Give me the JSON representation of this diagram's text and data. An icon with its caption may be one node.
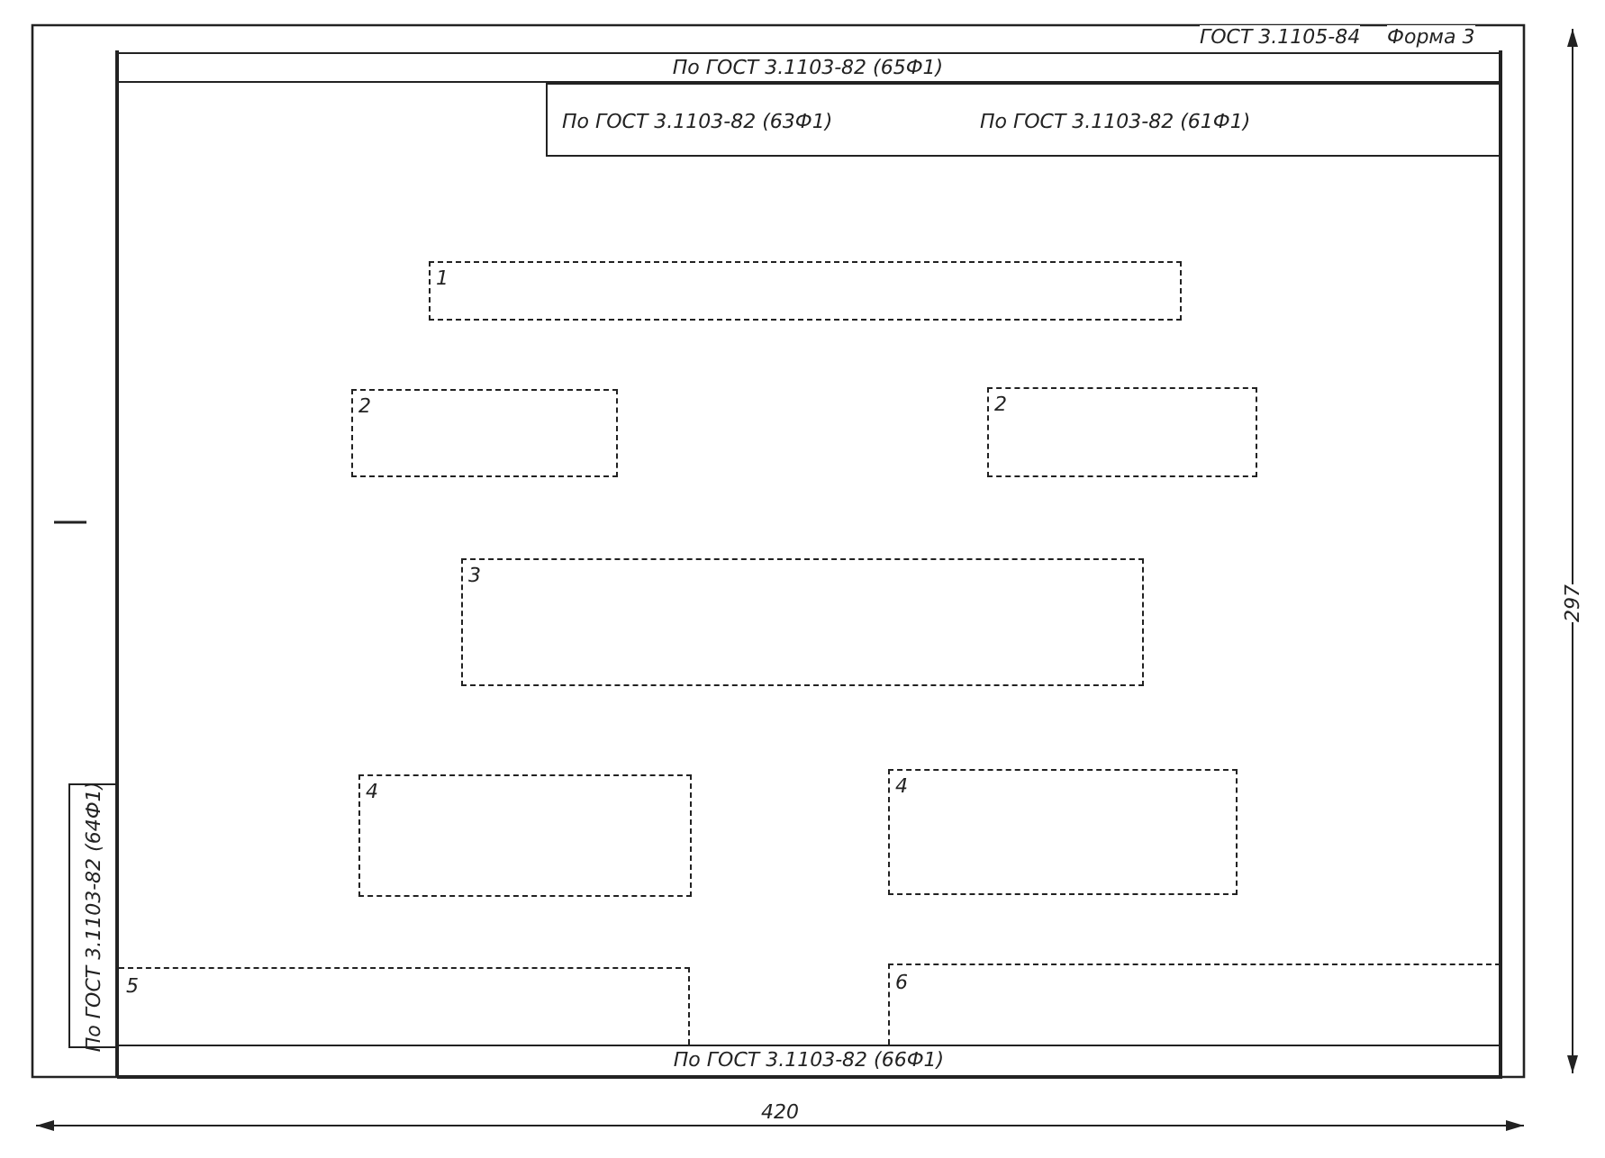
{
  "diagram": {
    "nodes": [
      {
        "text": [
          "По ГОСТ 3.1103-82 (65Ф1)"
        ]
      },
      {
        "text": [
          "По ГОСТ 3.1103-82 (63Ф1)",
          "По ГОСТ 3.1103-82 (61Ф1)"
        ]
      },
      {
        "text": [
          "1"
        ]
      },
      {
        "text": [
          "2"
        ]
      },
      {
        "text": [
          "2"
        ]
      },
      {
        "text": [
          "3"
        ]
      },
      {
        "text": [
          "По ГОСТ 3.1103-82 (64Ф1)"
        ]
      },
      {
        "text": [
          "4"
        ]
      },
      {
        "text": [
          "4"
        ]
      },
      {
        "text": [
          "5"
        ]
      },
      {
        "text": [
          "6"
        ]
      },
      {
        "text": [
          "По ГОСТ 3.1103-82 (66Ф1)"
        ]
      }
    ],
    "labels": [
      "ГОСТ 3.1105-84",
      "Форма 3",
      "297",
      "420"
    ]
  }
}
